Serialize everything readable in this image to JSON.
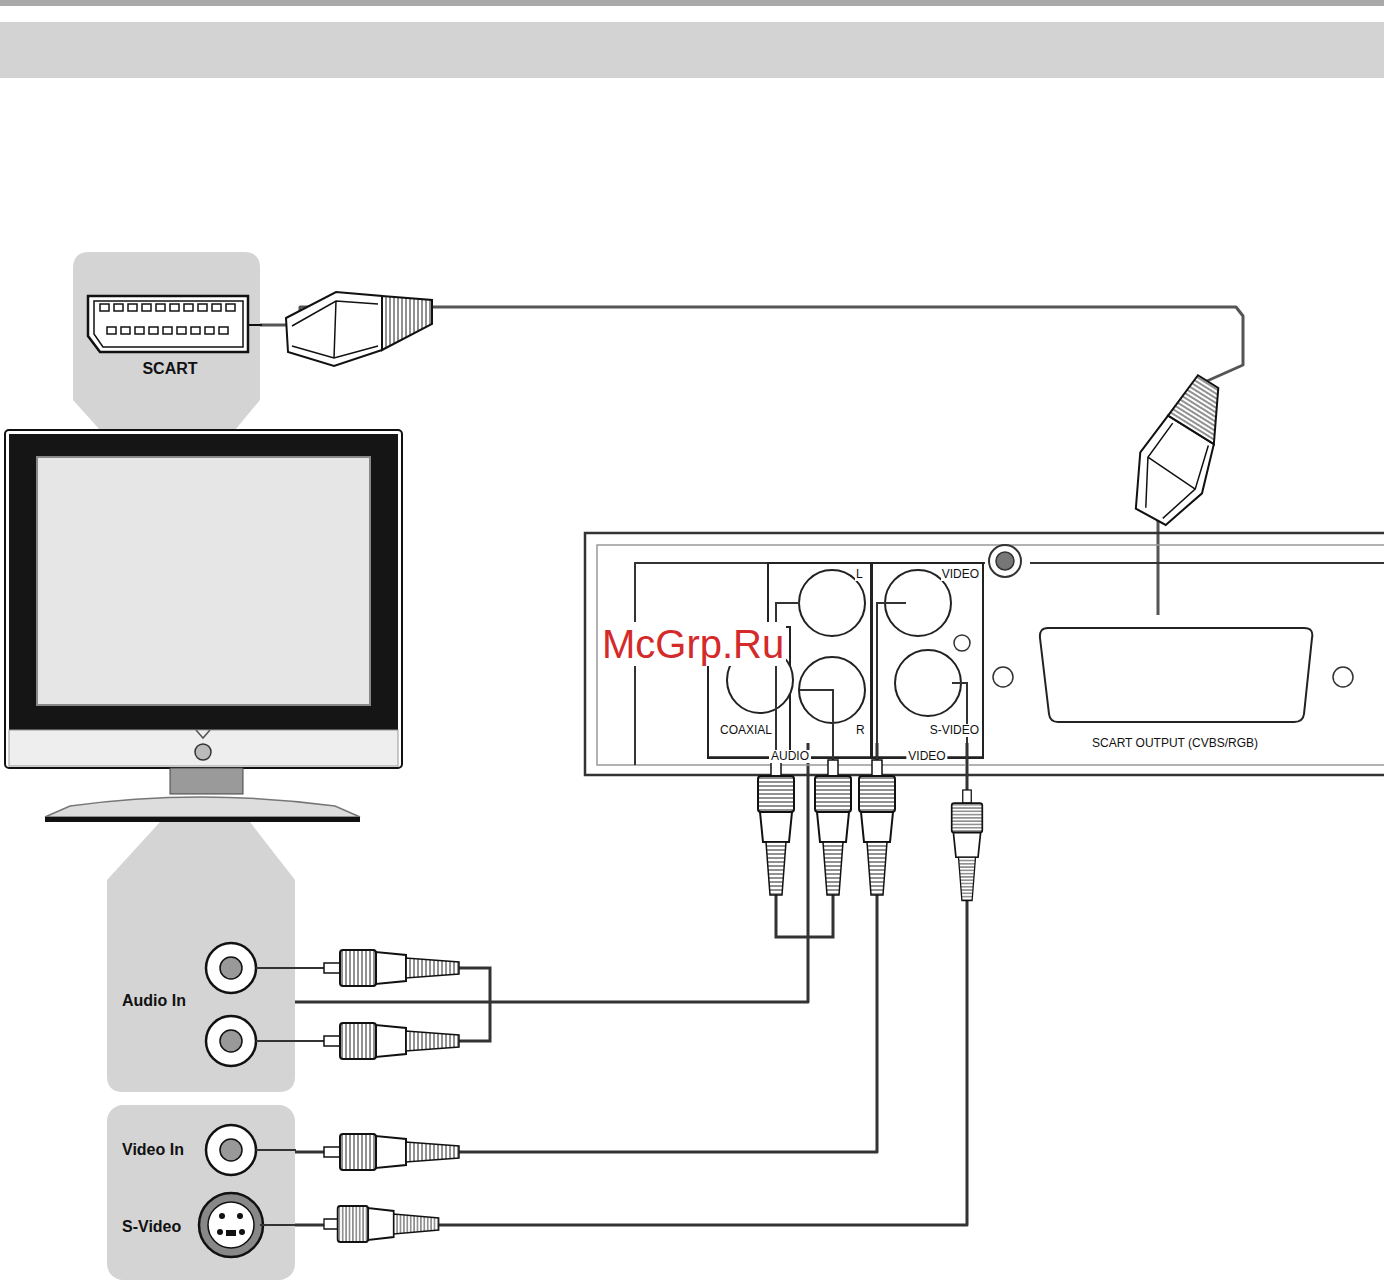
{
  "diagram": {
    "nodes": [
      {
        "text": [
          "SCART"
        ]
      },
      {
        "text": [
          "Audio In"
        ]
      },
      {
        "text": [
          "Video In",
          "S-Video"
        ]
      },
      {
        "text": [
          "L",
          "R",
          "COAXIAL"
        ]
      },
      {
        "text": [
          "VIDEO",
          "S-VIDEO"
        ]
      },
      {
        "text": [
          "SCART OUTPUT (CVBS/RGB)"
        ]
      }
    ],
    "edges": [
      {
        "from": 0,
        "to": 5,
        "arrow": "none"
      },
      {
        "from": 1,
        "to": 3,
        "arrow": "none"
      },
      {
        "from": 2,
        "to": 4,
        "arrow": "none"
      },
      {
        "from": 2,
        "to": 4,
        "arrow": "none"
      }
    ],
    "labels": [
      "AUDIO",
      "VIDEO",
      "McGrp.Ru"
    ]
  }
}
